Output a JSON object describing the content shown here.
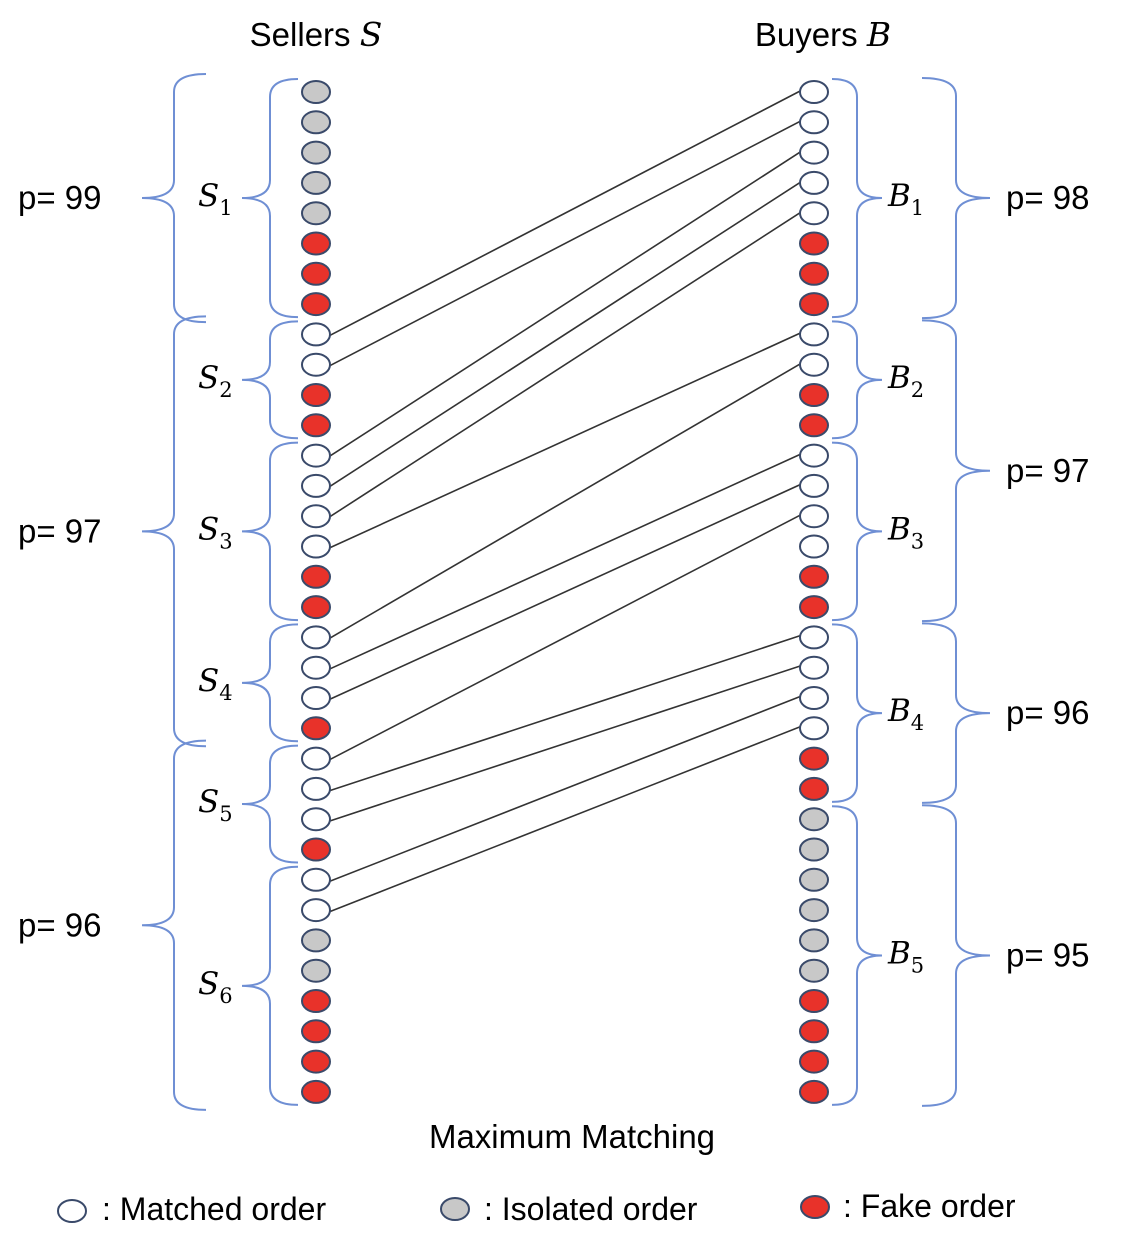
{
  "header": {
    "sellers_label": "Sellers",
    "sellers_symbol": "S",
    "buyers_label": "Buyers",
    "buyers_symbol": "B"
  },
  "caption": "Maximum Matching",
  "legend": [
    {
      "type": "matched",
      "label": ": Matched order"
    },
    {
      "type": "isolated",
      "label": ": Isolated order"
    },
    {
      "type": "fake",
      "label": ": Fake order"
    }
  ],
  "colors": {
    "matched": "#ffffff",
    "isolated": "#c8c8c8",
    "fake": "#e8322a",
    "brace": "#6f8fd4",
    "edge": "#333333",
    "node_stroke": "#3a4a6a"
  },
  "sellers": {
    "nodes": [
      "isolated",
      "isolated",
      "isolated",
      "isolated",
      "isolated",
      "fake",
      "fake",
      "fake",
      "matched",
      "matched",
      "fake",
      "fake",
      "matched",
      "matched",
      "matched",
      "matched",
      "fake",
      "fake",
      "matched",
      "matched",
      "matched",
      "fake",
      "matched",
      "matched",
      "matched",
      "fake",
      "matched",
      "matched",
      "isolated",
      "isolated",
      "fake",
      "fake",
      "fake",
      "fake"
    ],
    "groups": [
      {
        "name": "S",
        "sub": "1",
        "start": 0,
        "end": 7
      },
      {
        "name": "S",
        "sub": "2",
        "start": 8,
        "end": 11
      },
      {
        "name": "S",
        "sub": "3",
        "start": 12,
        "end": 17
      },
      {
        "name": "S",
        "sub": "4",
        "start": 18,
        "end": 21
      },
      {
        "name": "S",
        "sub": "5",
        "start": 22,
        "end": 25
      },
      {
        "name": "S",
        "sub": "6",
        "start": 26,
        "end": 33
      }
    ],
    "prices": [
      {
        "label": "p= 99",
        "start": 0,
        "end": 7
      },
      {
        "label": "p= 97",
        "start": 8,
        "end": 21
      },
      {
        "label": "p= 96",
        "start": 22,
        "end": 33
      }
    ]
  },
  "buyers": {
    "nodes": [
      "matched",
      "matched",
      "matched",
      "matched",
      "matched",
      "fake",
      "fake",
      "fake",
      "matched",
      "matched",
      "fake",
      "fake",
      "matched",
      "matched",
      "matched",
      "matched",
      "fake",
      "fake",
      "matched",
      "matched",
      "matched",
      "matched",
      "fake",
      "fake",
      "isolated",
      "isolated",
      "isolated",
      "isolated",
      "isolated",
      "isolated",
      "fake",
      "fake",
      "fake",
      "fake"
    ],
    "groups": [
      {
        "name": "B",
        "sub": "1",
        "start": 0,
        "end": 7
      },
      {
        "name": "B",
        "sub": "2",
        "start": 8,
        "end": 11
      },
      {
        "name": "B",
        "sub": "3",
        "start": 12,
        "end": 17
      },
      {
        "name": "B",
        "sub": "4",
        "start": 18,
        "end": 23
      },
      {
        "name": "B",
        "sub": "5",
        "start": 24,
        "end": 33
      }
    ],
    "prices": [
      {
        "label": "p= 98",
        "start": 0,
        "end": 7
      },
      {
        "label": "p= 97",
        "start": 8,
        "end": 17
      },
      {
        "label": "p= 96",
        "start": 18,
        "end": 23
      },
      {
        "label": "p= 95",
        "start": 24,
        "end": 33
      }
    ]
  },
  "matching": [
    [
      8,
      0
    ],
    [
      9,
      1
    ],
    [
      12,
      2
    ],
    [
      13,
      3
    ],
    [
      14,
      4
    ],
    [
      15,
      8
    ],
    [
      18,
      9
    ],
    [
      19,
      12
    ],
    [
      20,
      13
    ],
    [
      22,
      14
    ],
    [
      23,
      18
    ],
    [
      24,
      19
    ],
    [
      26,
      20
    ],
    [
      27,
      21
    ]
  ]
}
